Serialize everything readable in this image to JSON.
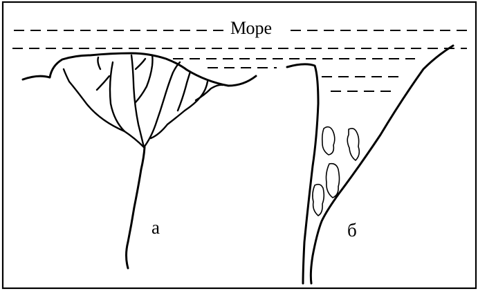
{
  "figure": {
    "sea_label": "Море",
    "panel_a_label": "а",
    "panel_b_label": "б"
  }
}
